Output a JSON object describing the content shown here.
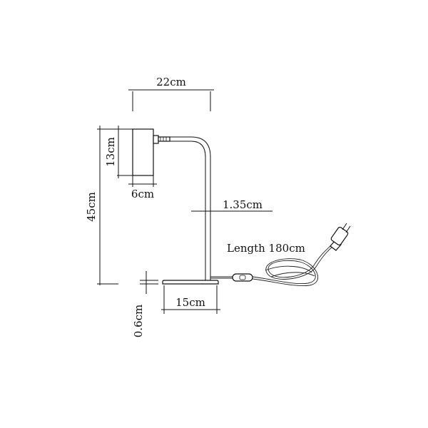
{
  "dimensions": {
    "head_width": "22cm",
    "head_height": "13cm",
    "head_depth": "6cm",
    "total_height": "45cm",
    "arm_diameter": "1.35cm",
    "base_thickness": "0.6cm",
    "base_width": "15cm"
  },
  "cable": {
    "length_label": "Length 180cm"
  },
  "colors": {
    "line": "#111111",
    "background": "#ffffff"
  }
}
